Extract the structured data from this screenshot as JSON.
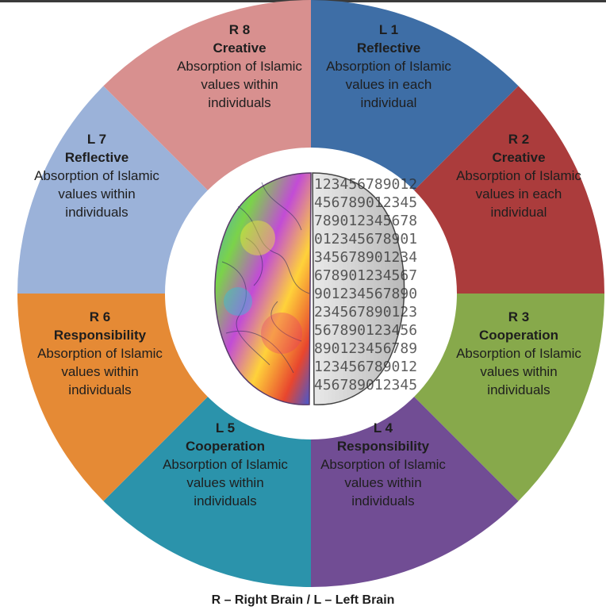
{
  "segments": [
    {
      "id": "L1",
      "code": "L 1",
      "title": "Reflective",
      "body": "Absorption of Islamic values in each individual",
      "color": "#3e6ea6"
    },
    {
      "id": "R2",
      "code": "R 2",
      "title": "Creative",
      "body": "Absorption of Islamic values in each individual",
      "color": "#ab3c3c"
    },
    {
      "id": "R3",
      "code": "R 3",
      "title": "Cooperation",
      "body": "Absorption of Islamic values within individuals",
      "color": "#87a94b"
    },
    {
      "id": "L4",
      "code": "L 4",
      "title": "Responsibility",
      "body": "Absorption of Islamic values within individuals",
      "color": "#714d94"
    },
    {
      "id": "L5",
      "code": "L 5",
      "title": "Cooperation",
      "body": "Absorption of Islamic values within individuals",
      "color": "#2b93ab"
    },
    {
      "id": "R6",
      "code": "R 6",
      "title": "Responsibility",
      "body": "Absorption of Islamic values within individuals",
      "color": "#e58a35"
    },
    {
      "id": "L7",
      "code": "L 7",
      "title": "Reflective",
      "body": "Absorption of Islamic values within individuals",
      "color": "#9bb2d9"
    },
    {
      "id": "R8",
      "code": "R 8",
      "title": "Creative",
      "body": "Absorption of Islamic values within individuals",
      "color": "#d8908f"
    }
  ],
  "caption": "R – Right Brain / L – Left Brain",
  "brain_digits": "1234567890123456789012345678901234567890"
}
